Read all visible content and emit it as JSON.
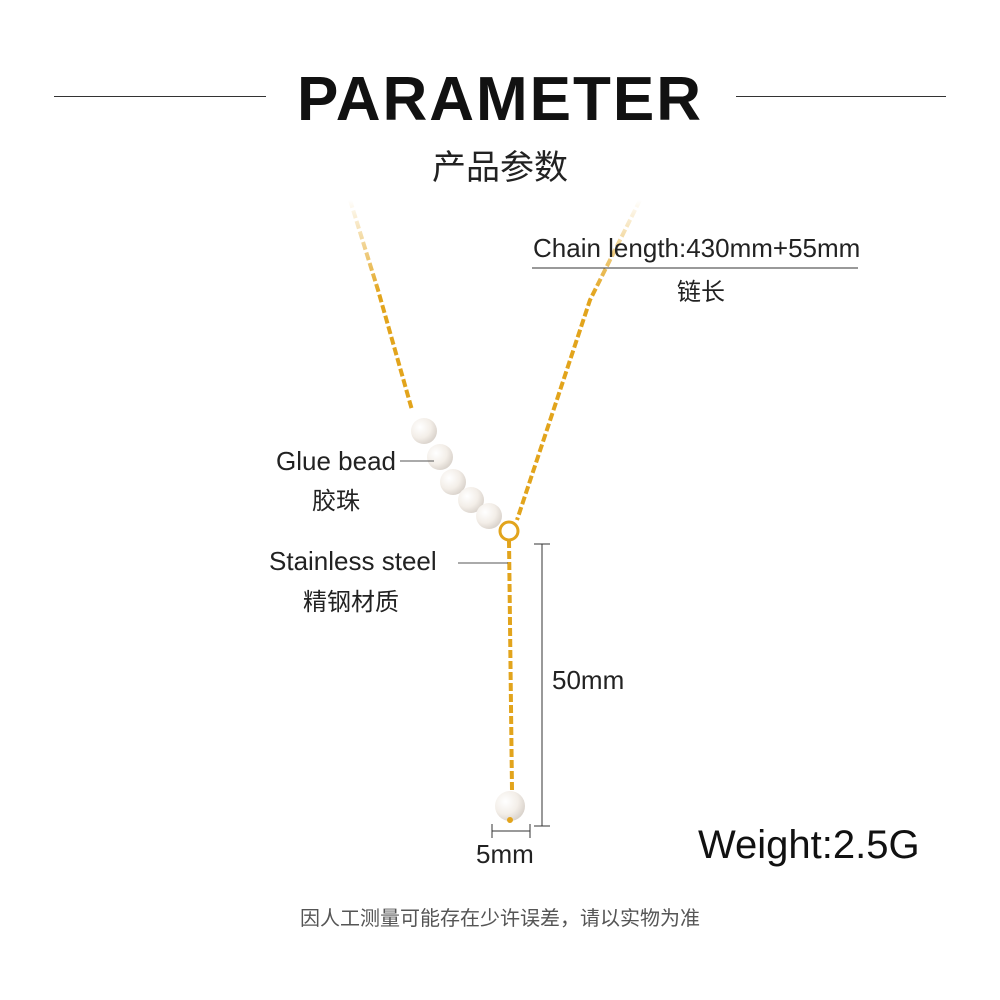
{
  "header": {
    "title": "PARAMETER",
    "subtitle": "产品参数"
  },
  "specs": {
    "chain_length": {
      "label": "Chain length:430mm+55mm",
      "cn": "链长"
    },
    "glue_bead": {
      "label": "Glue bead",
      "cn": "胶珠"
    },
    "material": {
      "label": "Stainless steel",
      "cn": "精钢材质"
    },
    "drop_length": "50mm",
    "bead_size": "5mm",
    "weight": "Weight:2.5G"
  },
  "footer_note": "因人工测量可能存在少许误差，请以实物为准",
  "colors": {
    "gold": "#e2a41c",
    "pearl": "#f4efe9",
    "line": "#333333"
  }
}
